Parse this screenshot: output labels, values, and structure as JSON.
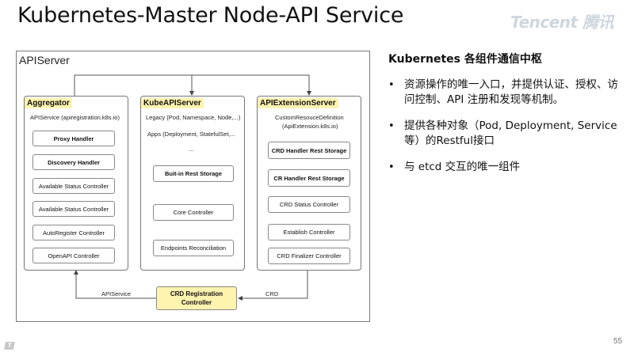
{
  "slide": {
    "title": "Kubernetes-Master Node-API Service",
    "logo_text": "Tencent 腾讯",
    "page_number": "55"
  },
  "diagram": {
    "frame_label": "APIServer",
    "aggregator": {
      "title": "Aggregator",
      "subtitle": "APIService (apiregistration.k8s.io)",
      "boxes": [
        "Proxy Handler",
        "Discovery Handler",
        "Available Status Controller",
        "Available Status Controller",
        "AutoRegister Controller",
        "OpenAPI Controller"
      ]
    },
    "kubeapiserver": {
      "title": "KubeAPIServer",
      "line1": "Legacy (Pod, Namespace, Node,...)",
      "line2": "Apps (Deployment, StatefulSet,...",
      "ellipsis": "...",
      "boxes": [
        "Buit-in Rest Storage",
        "Core Controller",
        "Endpoints Reconciliation"
      ]
    },
    "apiextension": {
      "title": "APIExtensionServer",
      "line1": "CustomResouceDefinition",
      "line2": "(ApiExtension.k8s.io)",
      "boxes": [
        "CRD Handler Rest Storage",
        "CR Handler Rest Storage",
        "CRD Status Controller",
        "Establish Controller",
        "CRD Finalizer Controller"
      ]
    },
    "crd_registration": {
      "line1": "CRD Registration",
      "line2": "Controller"
    },
    "edge_labels": {
      "left": "APIService",
      "right": "CRD"
    }
  },
  "sidebar": {
    "heading": "Kubernetes 各组件通信中枢",
    "bullets": [
      "资源操作的唯一入口，并提供认证、授权、访问控制、API 注册和发现等机制。",
      "提供各种对象（Pod, Deployment, Service等）的Restful接口",
      "与 etcd 交互的唯一组件"
    ]
  },
  "colors": {
    "highlight": "#fff3b0",
    "border": "#777777",
    "logo": "#cfd6de"
  }
}
